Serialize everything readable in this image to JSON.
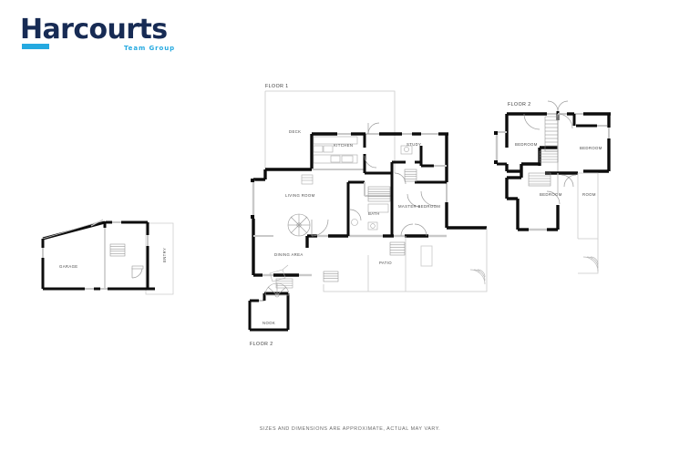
{
  "brand": {
    "name": "Harcourts",
    "tagline": "Team Group",
    "accent": "#25a9e0",
    "ink": "#172b54"
  },
  "footer": {
    "disclaimer": "SIZES AND DIMENSIONS ARE APPROXIMATE, ACTUAL MAY VARY."
  },
  "colors": {
    "wall": "#0d0d0d",
    "thin_line": "#c9c9c9",
    "fixture": "#9a9a9a",
    "label": "#4a4a4a",
    "background": "#ffffff"
  },
  "plans": {
    "garage": {
      "title": "",
      "rooms": [
        {
          "label": "GARAGE"
        },
        {
          "label": "ENTRY"
        }
      ]
    },
    "floor1": {
      "title": "FLOOR 1",
      "rooms": [
        {
          "label": "DECK"
        },
        {
          "label": "KITCHEN"
        },
        {
          "label": "STUDY"
        },
        {
          "label": "LIVING ROOM"
        },
        {
          "label": "BATH"
        },
        {
          "label": "MASTER BEDROOM"
        },
        {
          "label": "DINING AREA"
        },
        {
          "label": "PATIO"
        }
      ]
    },
    "nook": {
      "title": "FLOOR 2",
      "rooms": [
        {
          "label": "NOOK"
        }
      ]
    },
    "floor2": {
      "title": "FLOOR 2",
      "rooms": [
        {
          "label": "BEDROOM"
        },
        {
          "label": "BEDROOM"
        },
        {
          "label": "BEDROOM"
        },
        {
          "label": "ROOM"
        }
      ]
    }
  }
}
